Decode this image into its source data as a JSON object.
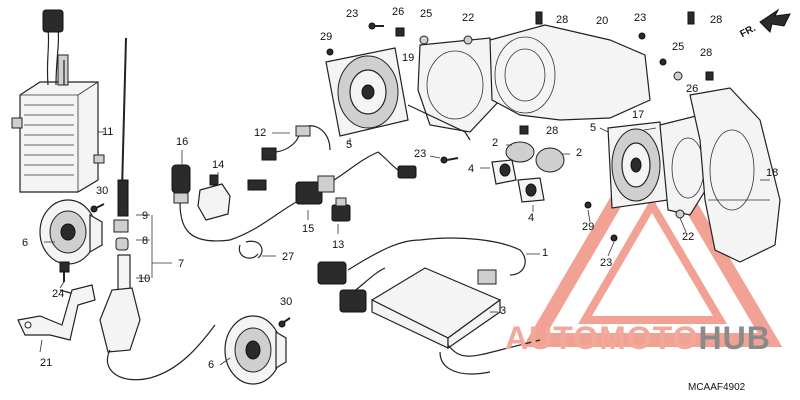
{
  "diagram": {
    "catalog_code": "MCAAF4902",
    "direction_label": "FR.",
    "watermark": {
      "part1": "AUTOMOTO",
      "part2": "HUB",
      "accent_color": "#e8553f",
      "gray_color": "#8a8a8a"
    },
    "callouts": [
      {
        "id": "c11",
        "label": "11"
      },
      {
        "id": "c16",
        "label": "16"
      },
      {
        "id": "c12",
        "label": "12"
      },
      {
        "id": "c14",
        "label": "14"
      },
      {
        "id": "c30a",
        "label": "30"
      },
      {
        "id": "c9",
        "label": "9"
      },
      {
        "id": "c8",
        "label": "8"
      },
      {
        "id": "c7",
        "label": "7"
      },
      {
        "id": "c10",
        "label": "10"
      },
      {
        "id": "c6a",
        "label": "6"
      },
      {
        "id": "c24",
        "label": "24"
      },
      {
        "id": "c21",
        "label": "21"
      },
      {
        "id": "c15",
        "label": "15"
      },
      {
        "id": "c13",
        "label": "13"
      },
      {
        "id": "c27",
        "label": "27"
      },
      {
        "id": "c30b",
        "label": "30"
      },
      {
        "id": "c6b",
        "label": "6"
      },
      {
        "id": "c23a",
        "label": "23"
      },
      {
        "id": "c26a",
        "label": "26"
      },
      {
        "id": "c25a",
        "label": "25"
      },
      {
        "id": "c22a",
        "label": "22"
      },
      {
        "id": "c28a",
        "label": "28"
      },
      {
        "id": "c20",
        "label": "20"
      },
      {
        "id": "c29a",
        "label": "29"
      },
      {
        "id": "c19",
        "label": "19"
      },
      {
        "id": "c5a",
        "label": "5"
      },
      {
        "id": "c23b",
        "label": "23"
      },
      {
        "id": "c4a",
        "label": "4"
      },
      {
        "id": "c2a",
        "label": "2"
      },
      {
        "id": "c2b",
        "label": "2"
      },
      {
        "id": "c4b",
        "label": "4"
      },
      {
        "id": "c28b",
        "label": "28"
      },
      {
        "id": "c23c",
        "label": "23"
      },
      {
        "id": "c28c",
        "label": "28"
      },
      {
        "id": "c25b",
        "label": "25"
      },
      {
        "id": "c28d",
        "label": "28"
      },
      {
        "id": "c26b",
        "label": "26"
      },
      {
        "id": "c17",
        "label": "17"
      },
      {
        "id": "c5b",
        "label": "5"
      },
      {
        "id": "c18",
        "label": "18"
      },
      {
        "id": "c29b",
        "label": "29"
      },
      {
        "id": "c22b",
        "label": "22"
      },
      {
        "id": "c23d",
        "label": "23"
      },
      {
        "id": "c1",
        "label": "1"
      },
      {
        "id": "c3",
        "label": "3"
      }
    ]
  }
}
